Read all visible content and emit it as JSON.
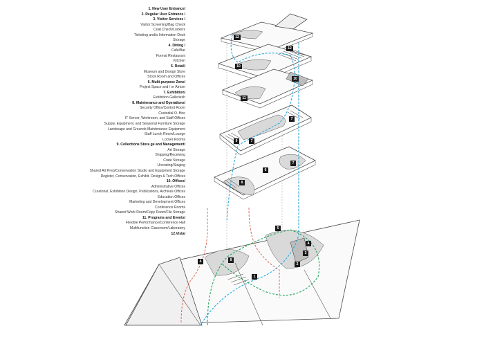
{
  "legend": [
    {
      "text": "1. New User Entrance/",
      "heading": true
    },
    {
      "text": "2. Regular User Entrance /",
      "heading": true
    },
    {
      "text": "3. Visitor Services /",
      "heading": true
    },
    {
      "text": "Visitor Screening/Bag Check",
      "heading": false
    },
    {
      "text": "Coat Check/Lockers",
      "heading": false
    },
    {
      "text": "Ticketing and/a Information Desk",
      "heading": false
    },
    {
      "text": "Storage",
      "heading": false
    },
    {
      "text": "4. Dining /",
      "heading": true
    },
    {
      "text": "Café/Bar",
      "heading": false
    },
    {
      "text": "Formal Restaurant",
      "heading": false
    },
    {
      "text": "Kitchen",
      "heading": false
    },
    {
      "text": "5. Retail/",
      "heading": true
    },
    {
      "text": "Museum and Design Store",
      "heading": false
    },
    {
      "text": "Stock Room and Offices",
      "heading": false
    },
    {
      "text": "6. Multi-purpose Zone/",
      "heading": true
    },
    {
      "text": "Project Space and / or Atrium",
      "heading": false
    },
    {
      "text": "7. Exhibition/",
      "heading": true
    },
    {
      "text": "Exhibition Galleriesh",
      "heading": false
    },
    {
      "text": "8. Maintenance and Operations/",
      "heading": true
    },
    {
      "text": "Security Office/Control Room",
      "heading": false
    },
    {
      "text": "Custodial O. ffice",
      "heading": false
    },
    {
      "text": "IT Server, Workroom, and Staff Offices",
      "heading": false
    },
    {
      "text": "Supply, Equipment, and Seasonal Furniture Storage",
      "heading": false
    },
    {
      "text": "Landscape and Grounds Maintenance Equipment",
      "heading": false
    },
    {
      "text": "Staff Lunch Room/Lounge",
      "heading": false
    },
    {
      "text": "Locker Rooms",
      "heading": false
    },
    {
      "text": "9. Collections Stora ge and Management/",
      "heading": true
    },
    {
      "text": "Art Storage",
      "heading": false
    },
    {
      "text": "Shipping/Receiving",
      "heading": false
    },
    {
      "text": "Crate Storage",
      "heading": false
    },
    {
      "text": "Uncrating/Staging",
      "heading": false
    },
    {
      "text": "Shared Art Prep/Conservation Studio and Equipment Storage",
      "heading": false
    },
    {
      "text": "Register, Conservation, Exhibit. Design & Tech Offices",
      "heading": false
    },
    {
      "text": "10. Offices/",
      "heading": true
    },
    {
      "text": "Administrative Offices",
      "heading": false
    },
    {
      "text": "Curatorial, Exhibition Design, Publications, Archives Offices",
      "heading": false
    },
    {
      "text": "Education Offices",
      "heading": false
    },
    {
      "text": "Marketing and Development Offices",
      "heading": false
    },
    {
      "text": "Conference Rooms",
      "heading": false
    },
    {
      "text": "Shared Work Room/Copy Room/File Storage",
      "heading": false
    },
    {
      "text": "11. Programs and Events/",
      "heading": true
    },
    {
      "text": "Flexible Performance/Conference Hall",
      "heading": false
    },
    {
      "text": "Multifunction Classroom/Laboratory",
      "heading": false
    },
    {
      "text": "12.Vista/",
      "heading": true
    }
  ],
  "tags": {
    "t12a": "12",
    "t12b": "12",
    "t10a": "10",
    "t10b": "10",
    "t11": "11",
    "t9": "9",
    "t7a": "7",
    "t7b": "7",
    "t7c": "7",
    "t8a": "8",
    "t8b": "8",
    "t6": "6",
    "t5": "5",
    "t4a": "4",
    "t4b": "4",
    "t3": "3",
    "t2": "2",
    "t1": "1"
  },
  "colors": {
    "blue": "#29a8e0",
    "green": "#1fa35a",
    "red": "#e0604f"
  }
}
